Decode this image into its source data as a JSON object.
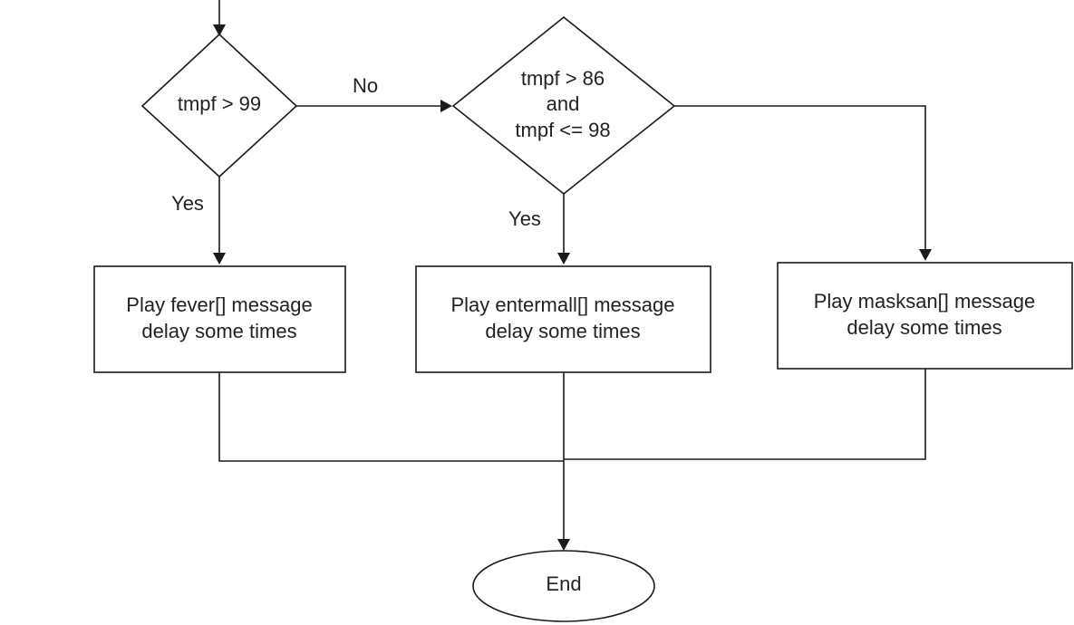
{
  "diagram": {
    "decision1": {
      "text": "tmpf > 99"
    },
    "decision2": {
      "lines": [
        "tmpf > 86",
        "and",
        "tmpf <= 98"
      ]
    },
    "process1": {
      "lines": [
        "Play fever[] message",
        "delay some times"
      ]
    },
    "process2": {
      "lines": [
        "Play entermall[] message",
        "delay some times"
      ]
    },
    "process3": {
      "lines": [
        "Play masksan[] message",
        "delay some times"
      ]
    },
    "terminator": {
      "text": "End"
    },
    "edge_labels": {
      "no": "No",
      "yes1": "Yes",
      "yes2": "Yes"
    }
  },
  "colors": {
    "stroke": "#1a1a1a",
    "text": "#222222",
    "background": "#ffffff"
  }
}
